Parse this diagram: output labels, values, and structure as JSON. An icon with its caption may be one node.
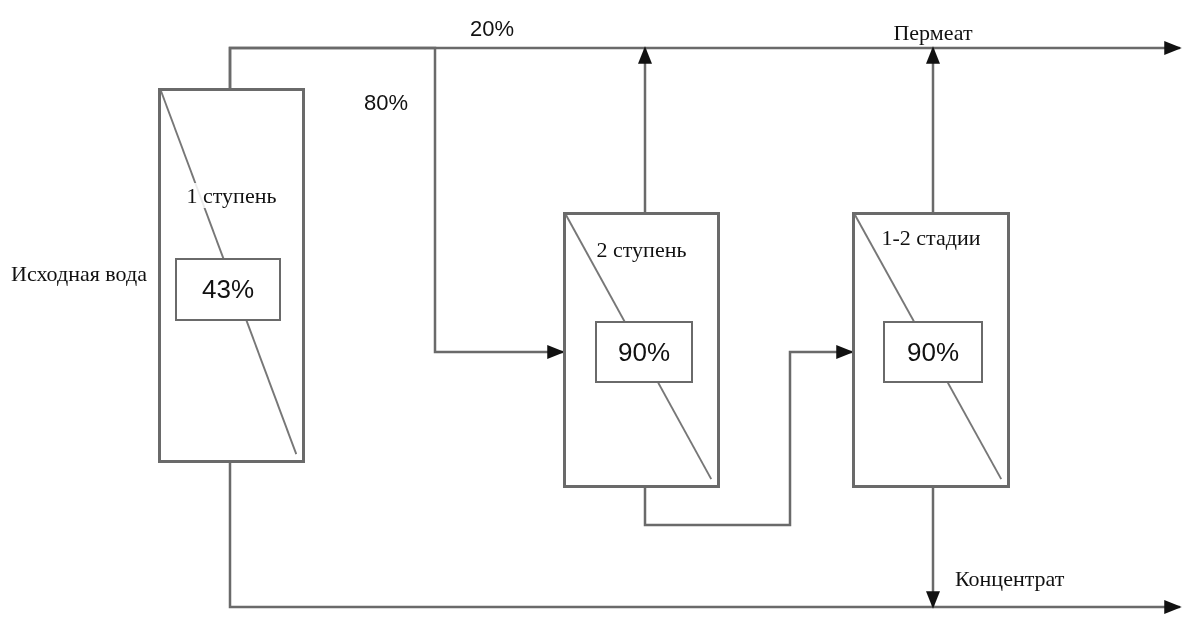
{
  "diagram": {
    "nodes": [
      {
        "text": [
          "1 ступень"
        ],
        "beside": [
          "Исходная вода"
        ]
      },
      {
        "text": [
          "43%"
        ],
        "in": 0
      },
      {
        "text": [
          "2 ступень"
        ]
      },
      {
        "text": [
          "90%"
        ],
        "in": 2
      },
      {
        "text": [
          "1-2 стадии"
        ]
      },
      {
        "text": [
          "90%"
        ],
        "in": 4
      },
      {
        "text": [
          "Пермеат"
        ]
      }
    ],
    "edges": [
      {
        "from": 0,
        "to": null,
        "arrow": "to",
        "label": "20%"
      },
      {
        "from": 0,
        "to": 2,
        "arrow": "to",
        "label": "80%"
      },
      {
        "from": 2,
        "to": null,
        "arrow": "to"
      },
      {
        "from": 4,
        "to": 6,
        "arrow": "to"
      },
      {
        "from": 2,
        "to": 4,
        "arrow": "to"
      },
      {
        "from": 0,
        "to": null,
        "arrow": "to"
      },
      {
        "from": 4,
        "to": null,
        "arrow": "to"
      }
    ],
    "labels": [
      "Концентрат"
    ]
  }
}
